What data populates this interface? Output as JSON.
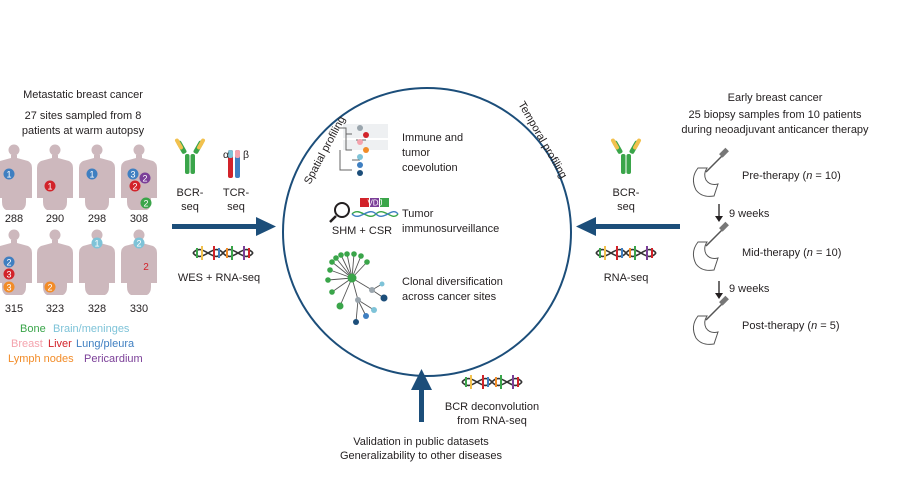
{
  "left_panel": {
    "title": "Metastatic breast cancer",
    "subtitle_line1": "27 sites sampled from 8",
    "subtitle_line2": "patients at warm autopsy",
    "patients": [
      {
        "id": "288",
        "markers": [
          {
            "label": "1",
            "site": "lung"
          }
        ]
      },
      {
        "id": "290",
        "markers": [
          {
            "label": "1",
            "site": "liver"
          }
        ]
      },
      {
        "id": "298",
        "markers": [
          {
            "label": "1",
            "site": "lung"
          }
        ]
      },
      {
        "id": "308",
        "markers": [
          {
            "label": "3",
            "site": "lung"
          },
          {
            "label": "2",
            "site": "pericardium"
          },
          {
            "label": "2",
            "site": "liver"
          },
          {
            "label": "2",
            "site": "bone"
          }
        ]
      },
      {
        "id": "315",
        "markers": [
          {
            "label": "2",
            "site": "lung"
          },
          {
            "label": "3",
            "site": "liver"
          },
          {
            "label": "3",
            "site": "lymph"
          }
        ]
      },
      {
        "id": "323",
        "markers": [
          {
            "label": "2",
            "site": "lymph"
          }
        ]
      },
      {
        "id": "328",
        "markers": [
          {
            "label": "1",
            "site": "brain"
          }
        ]
      },
      {
        "id": "330",
        "markers": [
          {
            "label": "2",
            "site": "brain"
          },
          {
            "label": "2",
            "site": "breast"
          }
        ]
      }
    ],
    "legend": [
      {
        "label": "Bone",
        "color": "#3aa54a"
      },
      {
        "label": "Brain/meninges",
        "color": "#7ec3d8"
      },
      {
        "label": "Breast",
        "color": "#f4a3ad"
      },
      {
        "label": "Liver",
        "color": "#d2232a"
      },
      {
        "label": "Lung/pleura",
        "color": "#3f7fc1"
      },
      {
        "label": "Lymph nodes",
        "color": "#f28c28"
      },
      {
        "label": "Pericardium",
        "color": "#7b3f98"
      }
    ]
  },
  "left_assays": {
    "bcr": "BCR-\nseq",
    "bcr_line1": "BCR-",
    "bcr_line2": "seq",
    "tcr_line1": "TCR-",
    "tcr_line2": "seq",
    "alpha": "α",
    "beta": "β",
    "wes": "WES + RNA-seq"
  },
  "circle": {
    "arc_left": "Spatial profiling",
    "arc_right": "Temporal profiling",
    "item1_line1": "Immune and",
    "item1_line2": "tumor",
    "item1_line3": "coevolution",
    "item2_line1": "Tumor",
    "item2_line2": "immunosurveillance",
    "item2_sub": "SHM + CSR",
    "item2_vdj": "VDJ",
    "item3_line1": "Clonal diversification",
    "item3_line2": "across cancer sites"
  },
  "right_assays": {
    "bcr_line1": "BCR-",
    "bcr_line2": "seq",
    "rna": "RNA-seq"
  },
  "right_panel": {
    "title": "Early breast cancer",
    "subtitle_line1": "25 biopsy samples from 10 patients",
    "subtitle_line2": "during neoadjuvant anticancer therapy",
    "pre": "Pre-therapy (",
    "pre_n": "n",
    "pre_val": " = 10)",
    "gap1": "9 weeks",
    "mid": "Mid-therapy (",
    "mid_n": "n",
    "mid_val": " = 10)",
    "gap2": "9 weeks",
    "post": "Post-therapy (",
    "post_n": "n",
    "post_val": " = 5)"
  },
  "bottom": {
    "deconv_line1": "BCR deconvolution",
    "deconv_line2": "from RNA-seq",
    "valid_line1": "Validation in public datasets",
    "valid_line2": "Generalizability to other diseases"
  },
  "colors": {
    "arrow": "#1c4e7a",
    "body": "#cdb8bd",
    "circle": "#1c4e7a"
  }
}
